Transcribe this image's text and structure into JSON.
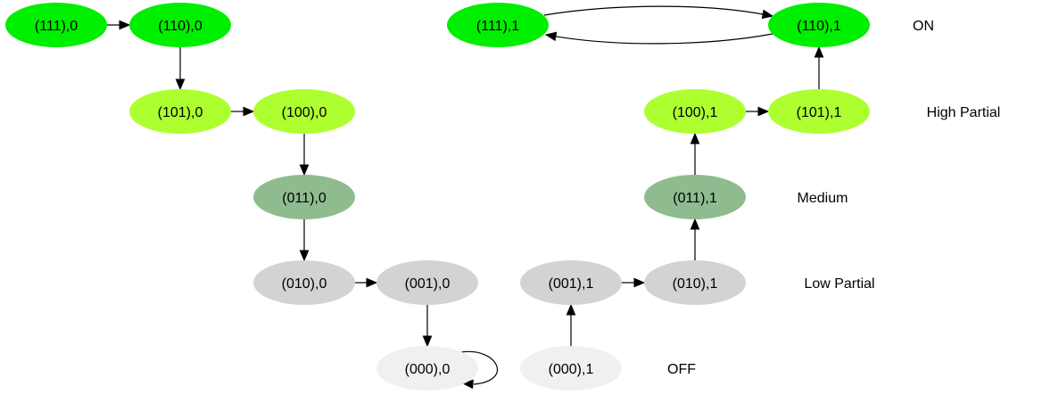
{
  "colors": {
    "on": "#00ee00",
    "high_partial": "#adff2f",
    "medium": "#8fbc8f",
    "low_partial": "#d3d3d3",
    "off": "#f0f0f0",
    "edge": "#000000",
    "background": "#ffffff"
  },
  "nodes": [
    {
      "id": "n111_0",
      "label": "(111),0",
      "level": "on"
    },
    {
      "id": "n110_0",
      "label": "(110),0",
      "level": "on"
    },
    {
      "id": "n101_0",
      "label": "(101),0",
      "level": "high_partial"
    },
    {
      "id": "n100_0",
      "label": "(100),0",
      "level": "high_partial"
    },
    {
      "id": "n011_0",
      "label": "(011),0",
      "level": "medium"
    },
    {
      "id": "n010_0",
      "label": "(010),0",
      "level": "low_partial"
    },
    {
      "id": "n001_0",
      "label": "(001),0",
      "level": "low_partial"
    },
    {
      "id": "n000_0",
      "label": "(000),0",
      "level": "off"
    },
    {
      "id": "n111_1",
      "label": "(111),1",
      "level": "on"
    },
    {
      "id": "n110_1",
      "label": "(110),1",
      "level": "on"
    },
    {
      "id": "n100_1",
      "label": "(100),1",
      "level": "high_partial"
    },
    {
      "id": "n101_1",
      "label": "(101),1",
      "level": "high_partial"
    },
    {
      "id": "n011_1",
      "label": "(011),1",
      "level": "medium"
    },
    {
      "id": "n001_1",
      "label": "(001),1",
      "level": "low_partial"
    },
    {
      "id": "n010_1",
      "label": "(010),1",
      "level": "low_partial"
    },
    {
      "id": "n000_1",
      "label": "(000),1",
      "level": "off"
    }
  ],
  "edges": [
    {
      "from": "n111_0",
      "to": "n110_0"
    },
    {
      "from": "n110_0",
      "to": "n101_0"
    },
    {
      "from": "n101_0",
      "to": "n100_0"
    },
    {
      "from": "n100_0",
      "to": "n011_0"
    },
    {
      "from": "n011_0",
      "to": "n010_0"
    },
    {
      "from": "n010_0",
      "to": "n001_0"
    },
    {
      "from": "n001_0",
      "to": "n000_0"
    },
    {
      "from": "n000_0",
      "to": "n000_0"
    },
    {
      "from": "n000_1",
      "to": "n001_1"
    },
    {
      "from": "n001_1",
      "to": "n010_1"
    },
    {
      "from": "n010_1",
      "to": "n011_1"
    },
    {
      "from": "n011_1",
      "to": "n100_1"
    },
    {
      "from": "n100_1",
      "to": "n101_1"
    },
    {
      "from": "n101_1",
      "to": "n110_1"
    },
    {
      "from": "n111_1",
      "to": "n110_1"
    },
    {
      "from": "n110_1",
      "to": "n111_1"
    }
  ],
  "level_labels": [
    {
      "level": "on",
      "label": "ON"
    },
    {
      "level": "high_partial",
      "label": "High Partial"
    },
    {
      "level": "medium",
      "label": "Medium"
    },
    {
      "level": "low_partial",
      "label": "Low Partial"
    },
    {
      "level": "off",
      "label": "OFF"
    }
  ]
}
